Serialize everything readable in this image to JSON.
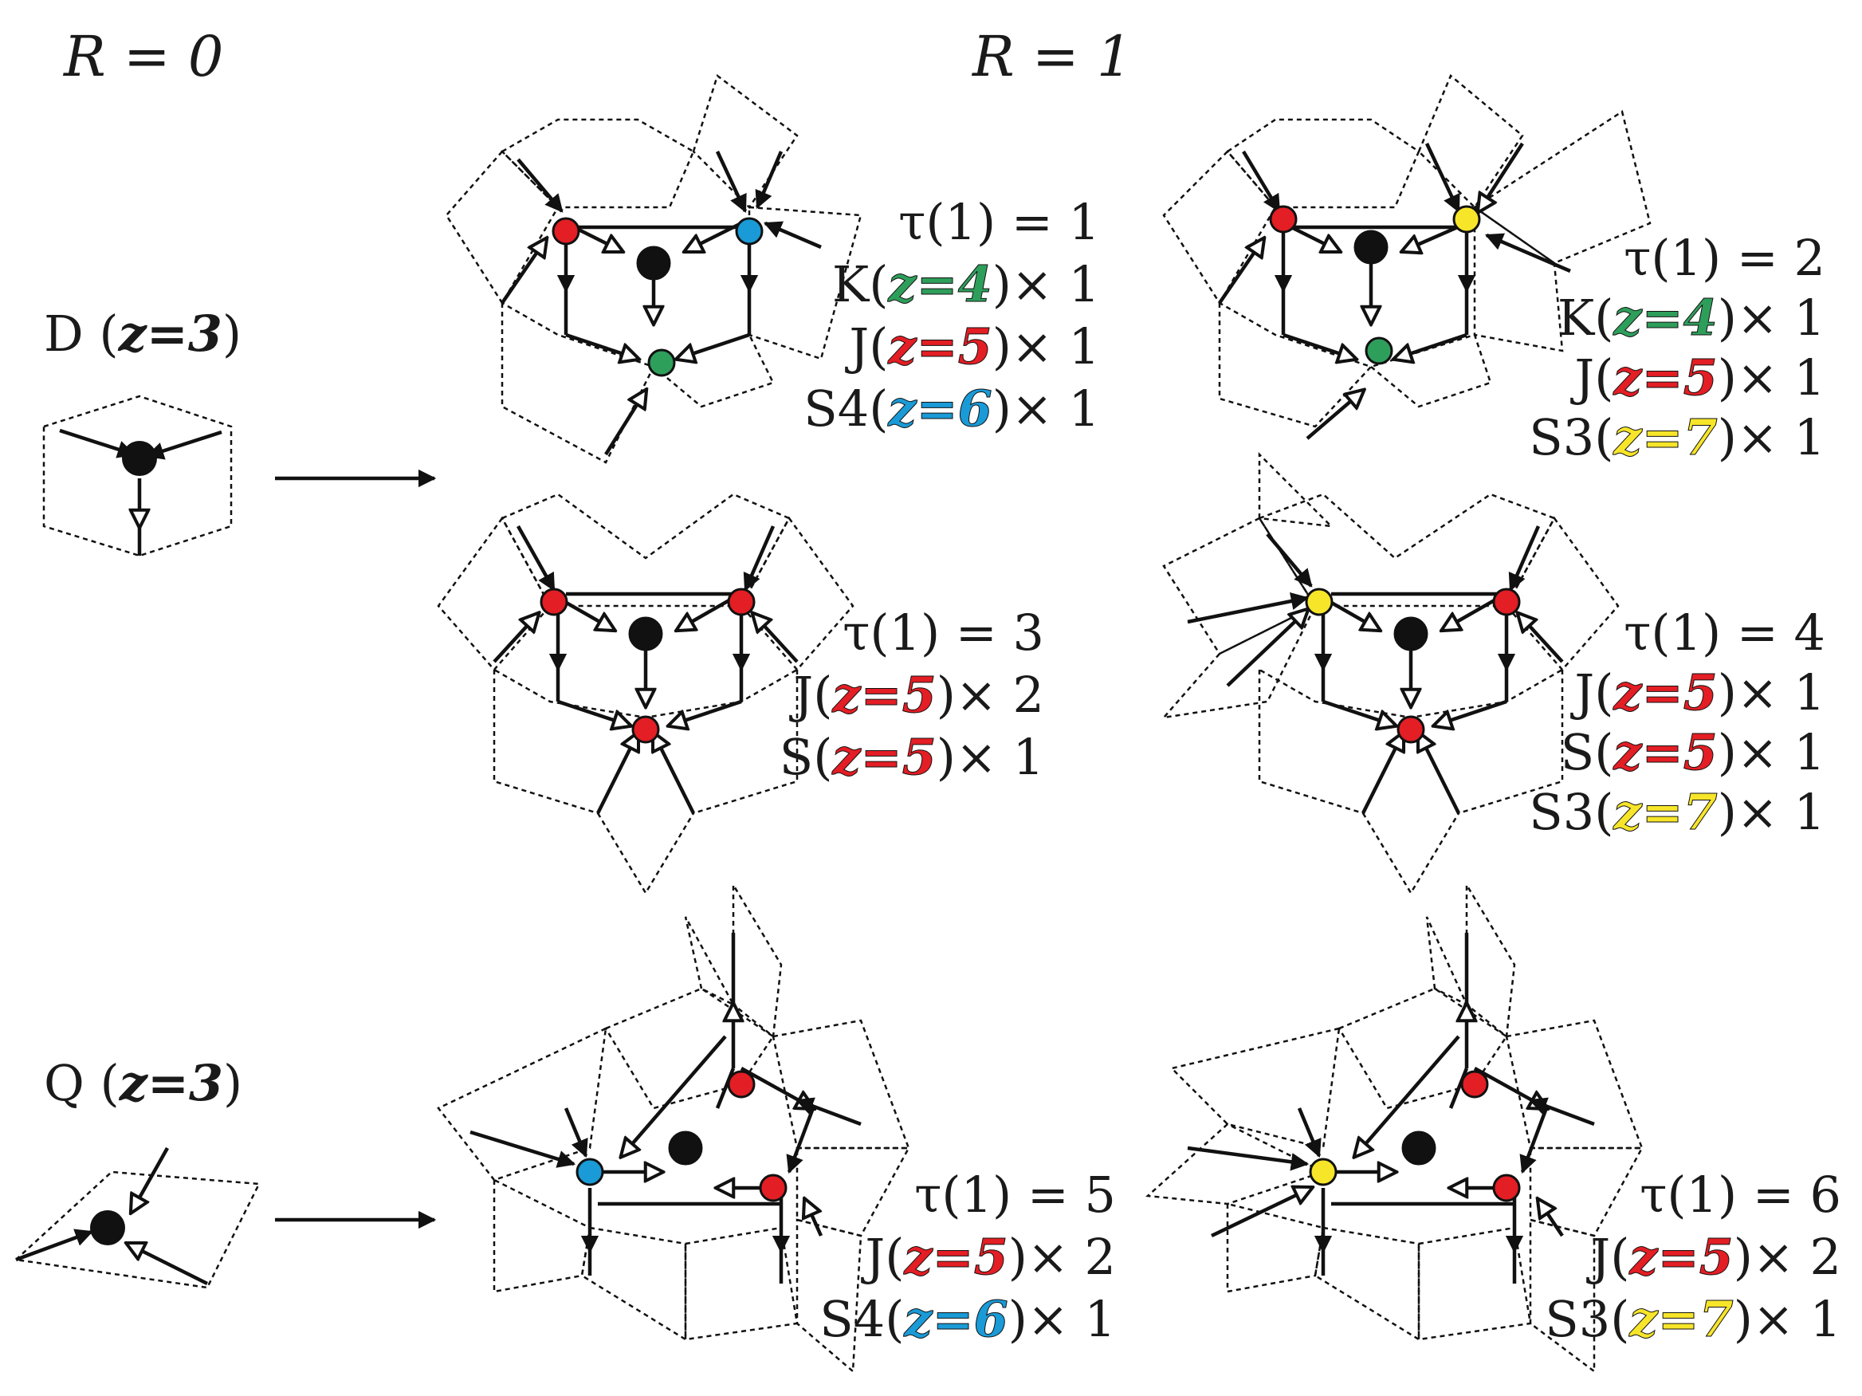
{
  "headers": {
    "r0": "R = 0",
    "r1": "R = 1"
  },
  "left": {
    "d": {
      "name": "D",
      "z": "z=3"
    },
    "q": {
      "name": "Q",
      "z": "z=3"
    }
  },
  "panels": [
    {
      "tau": "τ(1) = 1",
      "rows": [
        {
          "p": "K(",
          "z": "z=4",
          "s": ")× 1",
          "c": "green"
        },
        {
          "p": "J(",
          "z": "z=5",
          "s": ")× 1",
          "c": "red"
        },
        {
          "p": "S4(",
          "z": "z=6",
          "s": ")× 1",
          "c": "blue"
        }
      ]
    },
    {
      "tau": "τ(1) = 2",
      "rows": [
        {
          "p": "K(",
          "z": "z=4",
          "s": ")× 1",
          "c": "green"
        },
        {
          "p": "J(",
          "z": "z=5",
          "s": ")× 1",
          "c": "red"
        },
        {
          "p": "S3(",
          "z": "z=7",
          "s": ")× 1",
          "c": "yellow"
        }
      ]
    },
    {
      "tau": "τ(1) = 3",
      "rows": [
        {
          "p": "J(",
          "z": "z=5",
          "s": ")× 2",
          "c": "red"
        },
        {
          "p": "S(",
          "z": "z=5",
          "s": ")× 1",
          "c": "red"
        }
      ]
    },
    {
      "tau": "τ(1) = 4",
      "rows": [
        {
          "p": "J(",
          "z": "z=5",
          "s": ")× 1",
          "c": "red"
        },
        {
          "p": "S(",
          "z": "z=5",
          "s": ")× 1",
          "c": "red"
        },
        {
          "p": "S3(",
          "z": "z=7",
          "s": ")× 1",
          "c": "yellow"
        }
      ]
    },
    {
      "tau": "τ(1) = 5",
      "rows": [
        {
          "p": "J(",
          "z": "z=5",
          "s": ")× 2",
          "c": "red"
        },
        {
          "p": "S4(",
          "z": "z=6",
          "s": ")× 1",
          "c": "blue"
        }
      ]
    },
    {
      "tau": "τ(1) = 6",
      "rows": [
        {
          "p": "J(",
          "z": "z=5",
          "s": ")× 2",
          "c": "red"
        },
        {
          "p": "S3(",
          "z": "z=7",
          "s": ")× 1",
          "c": "yellow"
        }
      ]
    }
  ],
  "colors": {
    "green": "#2e9e5b",
    "red": "#e31e24",
    "blue": "#1a9ad6",
    "yellow": "#f7e52a",
    "black": "#111111"
  }
}
